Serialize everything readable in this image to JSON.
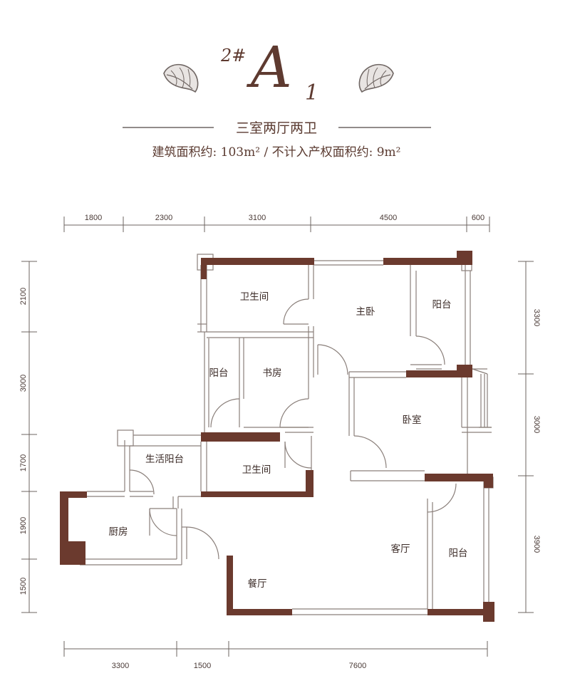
{
  "header": {
    "building_no": "2#",
    "unit_letter": "A",
    "unit_sub": "1",
    "layout_type": "三室两厅两卫",
    "area_line": "建筑面积约: 103m² / 不计入产权面积约: 9m²"
  },
  "colors": {
    "wall": "#6b3a2e",
    "text": "#5a3a30",
    "dim_line": "#6e6460",
    "window": "#9a8f8a"
  },
  "dimensions": {
    "top": [
      "1800",
      "2300",
      "3100",
      "4500",
      "600"
    ],
    "bottom": [
      "3300",
      "1500",
      "7600"
    ],
    "left": [
      "2100",
      "3000",
      "1700",
      "1900",
      "1500"
    ],
    "right": [
      "3300",
      "3000",
      "3900"
    ]
  },
  "rooms": {
    "bath1": "卫生间",
    "master": "主卧",
    "balcony1": "阳台",
    "balcony2": "阳台",
    "study": "书房",
    "bedroom": "卧室",
    "service_balcony": "生活阳台",
    "bath2": "卫生间",
    "kitchen": "厨房",
    "living": "客厅",
    "balcony3": "阳台",
    "dining": "餐厅"
  },
  "decor_icons": [
    "leaf-ornament-icon",
    "leaf-ornament-icon"
  ]
}
